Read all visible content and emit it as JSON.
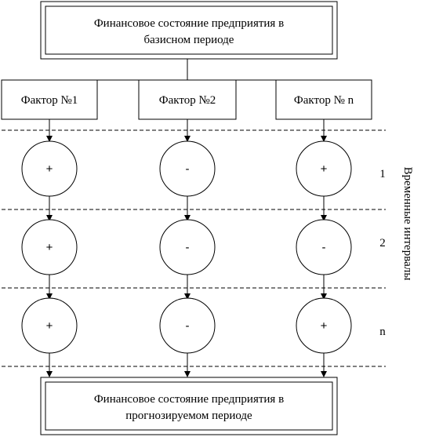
{
  "top_box": {
    "line1": "Финансовое состояние предприятия в",
    "line2": "базисном периоде"
  },
  "factors": [
    {
      "label": "Фактор №1",
      "signs": [
        "+",
        "+",
        "+"
      ]
    },
    {
      "label": "Фактор №2",
      "signs": [
        "-",
        "-",
        "-"
      ]
    },
    {
      "label": "Фактор № n",
      "signs": [
        "+",
        "-",
        "+"
      ]
    }
  ],
  "intervals": {
    "axis_label": "Временные интервалы",
    "labels": [
      "1",
      "2",
      "n"
    ]
  },
  "bottom_box": {
    "line1": "Финансовое состояние предприятия в",
    "line2": "прогнозируемом периоде"
  }
}
